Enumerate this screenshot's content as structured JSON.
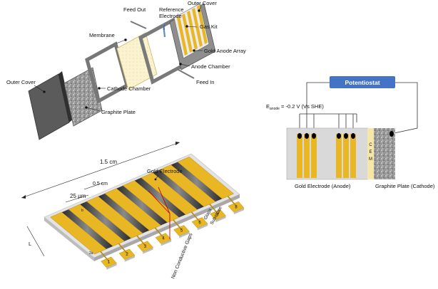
{
  "exploded_view": {
    "outer_cover_top": "Outer Cover",
    "feed_out": "Feed Out",
    "reference_electrode": [
      "Reference",
      "Electrode"
    ],
    "gas_kit": "Gas Kit",
    "membrane": "Membrane",
    "gold_anode_array": "Gold Anode Array",
    "anode_chamber": "Anode Chamber",
    "outer_cover_left": "Outer Cover",
    "cathode_chamber": "Cathode Chamber",
    "feed_in": "Feed In",
    "graphite_plate": "Graphite Plate"
  },
  "circuit": {
    "potentiostat": "Potentiostat",
    "e_anode_prefix": "E",
    "e_anode_sub": "anode",
    "e_anode_value": " = -0.2 V (Vs SHE)",
    "cem": [
      "C",
      "E",
      "M"
    ],
    "gold_electrode_label": "Gold Electrode (Anode)",
    "graphite_label": "Graphite Plate (Cathode)"
  },
  "electrode_array": {
    "width_dim": "1.5 cm",
    "gold_electrode": "Gold Electrode",
    "spacing_dim": "0.5 cm",
    "gap_dim": "25 μm",
    "b_label": "b",
    "two_a_label": "2a",
    "l_label": "L",
    "glass_substrate": [
      "Glass",
      "Substrate"
    ],
    "non_conductive_gaps": "Non Conductive Gaps",
    "pads": [
      "1",
      "2",
      "3",
      "4",
      "5",
      "6",
      "7",
      "8"
    ]
  },
  "colors": {
    "gold": "#e8b723",
    "gold_dark": "#b88a10",
    "potentiostat": "#4472c4",
    "feed_red": "#c00000"
  }
}
